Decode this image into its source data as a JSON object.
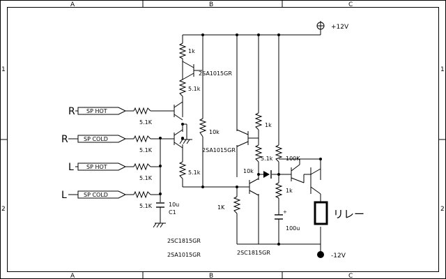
{
  "frame": {
    "cols_top": [
      "A",
      "B",
      "C"
    ],
    "cols_bottom": [
      "A",
      "B",
      "C"
    ],
    "rows_left": [
      "1",
      "2"
    ],
    "rows_right": [
      "1",
      "2"
    ]
  },
  "supply": {
    "positive": "+12V",
    "negative": "-12V"
  },
  "inputs": [
    {
      "channel": "R",
      "label": "SP HOT"
    },
    {
      "channel": "R",
      "label": "SP COLD"
    },
    {
      "channel": "L",
      "label": "SP HOT"
    },
    {
      "channel": "L",
      "label": "SP COLD"
    }
  ],
  "components": {
    "r_in": [
      "5.1K",
      "5.1K",
      "5.1K",
      "5.1K"
    ],
    "r_top1": "1k",
    "q_top": "2SA1015GR",
    "r_top2": "5.1k",
    "r_mid": "10k",
    "r_bot": "5.1k",
    "cap_c1": "10u",
    "cap_c1_name": "C1",
    "q_mid": "2SA1015GR",
    "r_1k_a": "1k",
    "r_5k1_b": "5.1k",
    "r_10k_b": "10k",
    "r_1K_c": "1K",
    "r_100k": "100K",
    "r_1k_d": "1k",
    "cap_100u": "100u",
    "q_bot": "2SC1815GR",
    "relay": "リレー",
    "note1": "2SC1815GR",
    "note2": "2SA1015GR"
  },
  "colors": {
    "line": "#000000",
    "background": "#ffffff"
  }
}
